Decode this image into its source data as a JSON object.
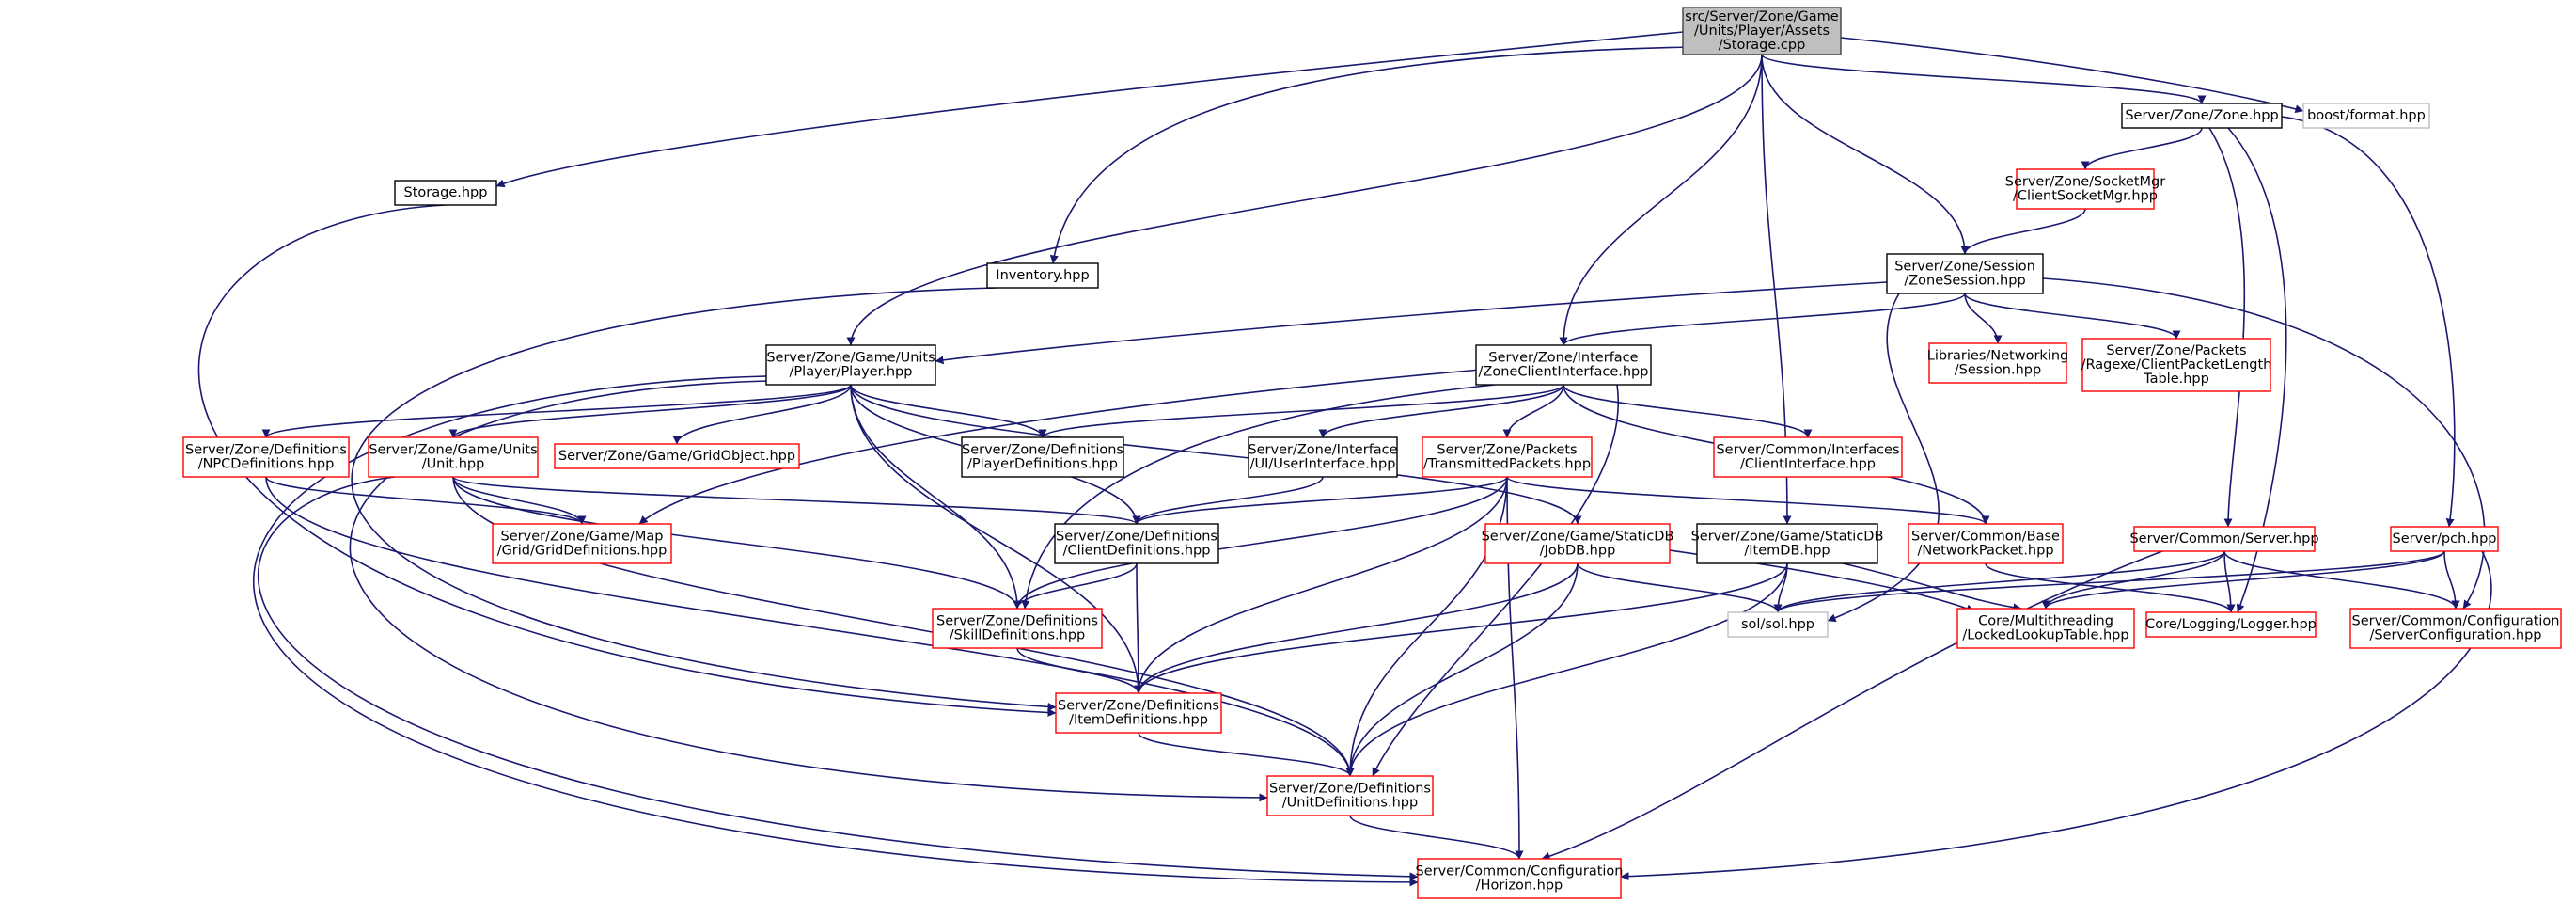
{
  "colors": {
    "edge": "#191970",
    "root_fill": "#bfbfbf",
    "root_border": "#404040",
    "normal_border": "#000000",
    "truncated_border": "#ff0000",
    "external_border": "#bfbfbf",
    "node_fill": "#ffffff",
    "text": "#000000"
  },
  "legend_note": "",
  "nodes": [
    {
      "id": "storage-cpp",
      "kind": "root",
      "lines": [
        "src/Server/Zone/Game",
        "/Units/Player/Assets",
        "/Storage.cpp"
      ]
    },
    {
      "id": "storage-hpp",
      "kind": "normal",
      "lines": [
        "Storage.hpp"
      ]
    },
    {
      "id": "inventory-hpp",
      "kind": "normal",
      "lines": [
        "Inventory.hpp"
      ]
    },
    {
      "id": "zone-hpp",
      "kind": "normal",
      "lines": [
        "Server/Zone/Zone.hpp"
      ]
    },
    {
      "id": "boost-format",
      "kind": "external",
      "lines": [
        "boost/format.hpp"
      ]
    },
    {
      "id": "client-socket-mgr",
      "kind": "truncated",
      "lines": [
        "Server/Zone/SocketMgr",
        "/ClientSocketMgr.hpp"
      ]
    },
    {
      "id": "zone-session",
      "kind": "normal",
      "lines": [
        "Server/Zone/Session",
        "/ZoneSession.hpp"
      ]
    },
    {
      "id": "player-hpp",
      "kind": "normal",
      "lines": [
        "Server/Zone/Game/Units",
        "/Player/Player.hpp"
      ]
    },
    {
      "id": "zone-client-interface",
      "kind": "normal",
      "lines": [
        "Server/Zone/Interface",
        "/ZoneClientInterface.hpp"
      ]
    },
    {
      "id": "libraries-networking-session",
      "kind": "truncated",
      "lines": [
        "Libraries/Networking",
        "/Session.hpp"
      ]
    },
    {
      "id": "client-packet-length-table",
      "kind": "truncated",
      "lines": [
        "Server/Zone/Packets",
        "/Ragexe/ClientPacketLength",
        "Table.hpp"
      ]
    },
    {
      "id": "npc-definitions",
      "kind": "truncated",
      "lines": [
        "Server/Zone/Definitions",
        "/NPCDefinitions.hpp"
      ]
    },
    {
      "id": "unit-hpp",
      "kind": "truncated",
      "lines": [
        "Server/Zone/Game/Units",
        "/Unit.hpp"
      ]
    },
    {
      "id": "grid-object",
      "kind": "truncated",
      "lines": [
        "Server/Zone/Game/GridObject.hpp"
      ]
    },
    {
      "id": "player-definitions",
      "kind": "normal",
      "lines": [
        "Server/Zone/Definitions",
        "/PlayerDefinitions.hpp"
      ]
    },
    {
      "id": "user-interface",
      "kind": "normal",
      "lines": [
        "Server/Zone/Interface",
        "/UI/UserInterface.hpp"
      ]
    },
    {
      "id": "transmitted-packets",
      "kind": "truncated",
      "lines": [
        "Server/Zone/Packets",
        "/TransmittedPackets.hpp"
      ]
    },
    {
      "id": "common-client-interface",
      "kind": "truncated",
      "lines": [
        "Server/Common/Interfaces",
        "/ClientInterface.hpp"
      ]
    },
    {
      "id": "grid-definitions",
      "kind": "truncated",
      "lines": [
        "Server/Zone/Game/Map",
        "/Grid/GridDefinitions.hpp"
      ]
    },
    {
      "id": "client-definitions",
      "kind": "normal",
      "lines": [
        "Server/Zone/Definitions",
        "/ClientDefinitions.hpp"
      ]
    },
    {
      "id": "job-db",
      "kind": "truncated",
      "lines": [
        "Server/Zone/Game/StaticDB",
        "/JobDB.hpp"
      ]
    },
    {
      "id": "item-db",
      "kind": "normal",
      "lines": [
        "Server/Zone/Game/StaticDB",
        "/ItemDB.hpp"
      ]
    },
    {
      "id": "network-packet",
      "kind": "truncated",
      "lines": [
        "Server/Common/Base",
        "/NetworkPacket.hpp"
      ]
    },
    {
      "id": "common-server",
      "kind": "truncated",
      "lines": [
        "Server/Common/Server.hpp"
      ]
    },
    {
      "id": "pch-hpp",
      "kind": "truncated",
      "lines": [
        "Server/pch.hpp"
      ]
    },
    {
      "id": "skill-definitions",
      "kind": "truncated",
      "lines": [
        "Server/Zone/Definitions",
        "/SkillDefinitions.hpp"
      ]
    },
    {
      "id": "sol-hpp",
      "kind": "external",
      "lines": [
        "sol/sol.hpp"
      ]
    },
    {
      "id": "locked-lookup-table",
      "kind": "truncated",
      "lines": [
        "Core/Multithreading",
        "/LockedLookupTable.hpp"
      ]
    },
    {
      "id": "logger-hpp",
      "kind": "truncated",
      "lines": [
        "Core/Logging/Logger.hpp"
      ]
    },
    {
      "id": "server-configuration",
      "kind": "truncated",
      "lines": [
        "Server/Common/Configuration",
        "/ServerConfiguration.hpp"
      ]
    },
    {
      "id": "item-definitions",
      "kind": "truncated",
      "lines": [
        "Server/Zone/Definitions",
        "/ItemDefinitions.hpp"
      ]
    },
    {
      "id": "unit-definitions",
      "kind": "truncated",
      "lines": [
        "Server/Zone/Definitions",
        "/UnitDefinitions.hpp"
      ]
    },
    {
      "id": "horizon-hpp",
      "kind": "truncated",
      "lines": [
        "Server/Common/Configuration",
        "/Horizon.hpp"
      ]
    }
  ],
  "edges": [
    [
      "storage-cpp",
      "storage-hpp"
    ],
    [
      "storage-cpp",
      "inventory-hpp"
    ],
    [
      "storage-cpp",
      "player-hpp"
    ],
    [
      "storage-cpp",
      "zone-client-interface"
    ],
    [
      "storage-cpp",
      "item-db"
    ],
    [
      "storage-cpp",
      "zone-session"
    ],
    [
      "storage-cpp",
      "zone-hpp"
    ],
    [
      "storage-cpp",
      "boost-format"
    ],
    [
      "storage-hpp",
      "item-definitions"
    ],
    [
      "inventory-hpp",
      "item-definitions"
    ],
    [
      "zone-hpp",
      "client-socket-mgr"
    ],
    [
      "zone-hpp",
      "common-server"
    ],
    [
      "zone-hpp",
      "logger-hpp"
    ],
    [
      "zone-hpp",
      "pch-hpp"
    ],
    [
      "client-socket-mgr",
      "zone-session"
    ],
    [
      "zone-session",
      "player-hpp"
    ],
    [
      "zone-session",
      "zone-client-interface"
    ],
    [
      "zone-session",
      "libraries-networking-session"
    ],
    [
      "zone-session",
      "client-packet-length-table"
    ],
    [
      "zone-session",
      "sol-hpp"
    ],
    [
      "zone-session",
      "server-configuration"
    ],
    [
      "player-hpp",
      "npc-definitions"
    ],
    [
      "player-hpp",
      "unit-hpp"
    ],
    [
      "player-hpp",
      "grid-object"
    ],
    [
      "player-hpp",
      "player-definitions"
    ],
    [
      "player-hpp",
      "client-definitions"
    ],
    [
      "player-hpp",
      "skill-definitions"
    ],
    [
      "player-hpp",
      "item-definitions"
    ],
    [
      "player-hpp",
      "unit-definitions"
    ],
    [
      "player-hpp",
      "job-db"
    ],
    [
      "player-hpp",
      "horizon-hpp"
    ],
    [
      "zone-client-interface",
      "player-definitions"
    ],
    [
      "zone-client-interface",
      "user-interface"
    ],
    [
      "zone-client-interface",
      "transmitted-packets"
    ],
    [
      "zone-client-interface",
      "common-client-interface"
    ],
    [
      "zone-client-interface",
      "network-packet"
    ],
    [
      "zone-client-interface",
      "grid-definitions"
    ],
    [
      "zone-client-interface",
      "skill-definitions"
    ],
    [
      "zone-client-interface",
      "unit-definitions"
    ],
    [
      "npc-definitions",
      "grid-definitions"
    ],
    [
      "npc-definitions",
      "unit-definitions"
    ],
    [
      "unit-hpp",
      "grid-definitions"
    ],
    [
      "unit-hpp",
      "client-definitions"
    ],
    [
      "unit-hpp",
      "skill-definitions"
    ],
    [
      "unit-hpp",
      "unit-definitions"
    ],
    [
      "unit-hpp",
      "horizon-hpp"
    ],
    [
      "user-interface",
      "client-definitions"
    ],
    [
      "transmitted-packets",
      "client-definitions"
    ],
    [
      "transmitted-packets",
      "skill-definitions"
    ],
    [
      "transmitted-packets",
      "item-definitions"
    ],
    [
      "transmitted-packets",
      "unit-definitions"
    ],
    [
      "transmitted-packets",
      "horizon-hpp"
    ],
    [
      "transmitted-packets",
      "network-packet"
    ],
    [
      "client-definitions",
      "skill-definitions"
    ],
    [
      "client-definitions",
      "item-definitions"
    ],
    [
      "job-db",
      "item-definitions"
    ],
    [
      "job-db",
      "unit-definitions"
    ],
    [
      "job-db",
      "sol-hpp"
    ],
    [
      "job-db",
      "locked-lookup-table"
    ],
    [
      "item-db",
      "item-definitions"
    ],
    [
      "item-db",
      "unit-definitions"
    ],
    [
      "item-db",
      "sol-hpp"
    ],
    [
      "item-db",
      "locked-lookup-table"
    ],
    [
      "network-packet",
      "logger-hpp"
    ],
    [
      "common-server",
      "sol-hpp"
    ],
    [
      "common-server",
      "locked-lookup-table"
    ],
    [
      "common-server",
      "logger-hpp"
    ],
    [
      "common-server",
      "server-configuration"
    ],
    [
      "common-server",
      "horizon-hpp"
    ],
    [
      "pch-hpp",
      "sol-hpp"
    ],
    [
      "pch-hpp",
      "locked-lookup-table"
    ],
    [
      "pch-hpp",
      "server-configuration"
    ],
    [
      "pch-hpp",
      "horizon-hpp"
    ],
    [
      "skill-definitions",
      "item-definitions"
    ],
    [
      "item-definitions",
      "unit-definitions"
    ],
    [
      "unit-definitions",
      "horizon-hpp"
    ]
  ]
}
